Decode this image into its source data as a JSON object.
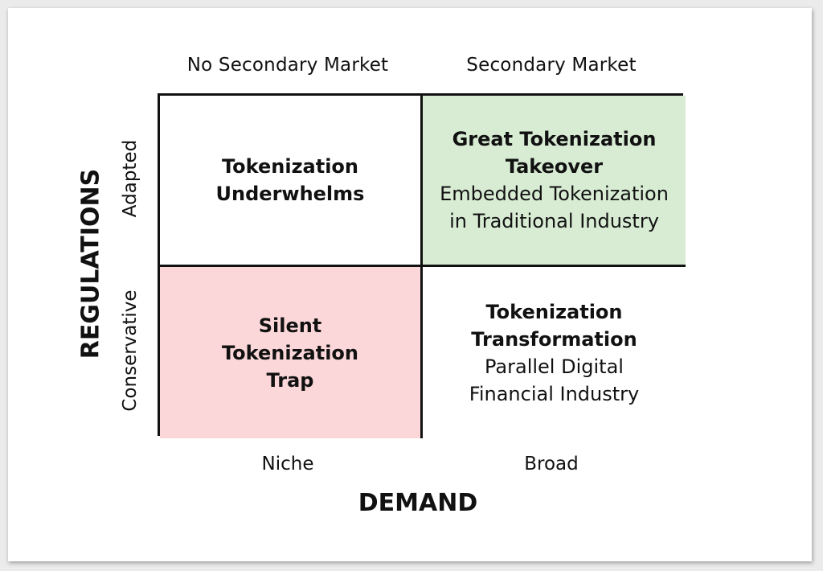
{
  "column_headers": {
    "left": "No Secondary Market",
    "right": "Secondary Market"
  },
  "row_headers": {
    "top": "Adapted",
    "bottom": "Conservative"
  },
  "y_axis_title": "REGULATIONS",
  "x_axis_title": "DEMAND",
  "bottom_labels": {
    "left": "Niche",
    "right": "Broad"
  },
  "quadrants": {
    "top_left": {
      "title_lines": [
        "Tokenization",
        "Underwhelms"
      ],
      "desc_lines": [],
      "fill": "#ffffff"
    },
    "top_right": {
      "title_lines": [
        "Great Tokenization",
        "Takeover"
      ],
      "desc_lines": [
        "Embedded Tokenization",
        "in Traditional Industry"
      ],
      "fill": "#d8ecd4"
    },
    "bottom_left": {
      "title_lines": [
        "Silent",
        "Tokenization",
        "Trap"
      ],
      "desc_lines": [],
      "fill": "#fcd7d9"
    },
    "bottom_right": {
      "title_lines": [
        "Tokenization",
        "Transformation"
      ],
      "desc_lines": [
        "Parallel Digital",
        "Financial Industry"
      ],
      "fill": "#ffffff"
    }
  }
}
